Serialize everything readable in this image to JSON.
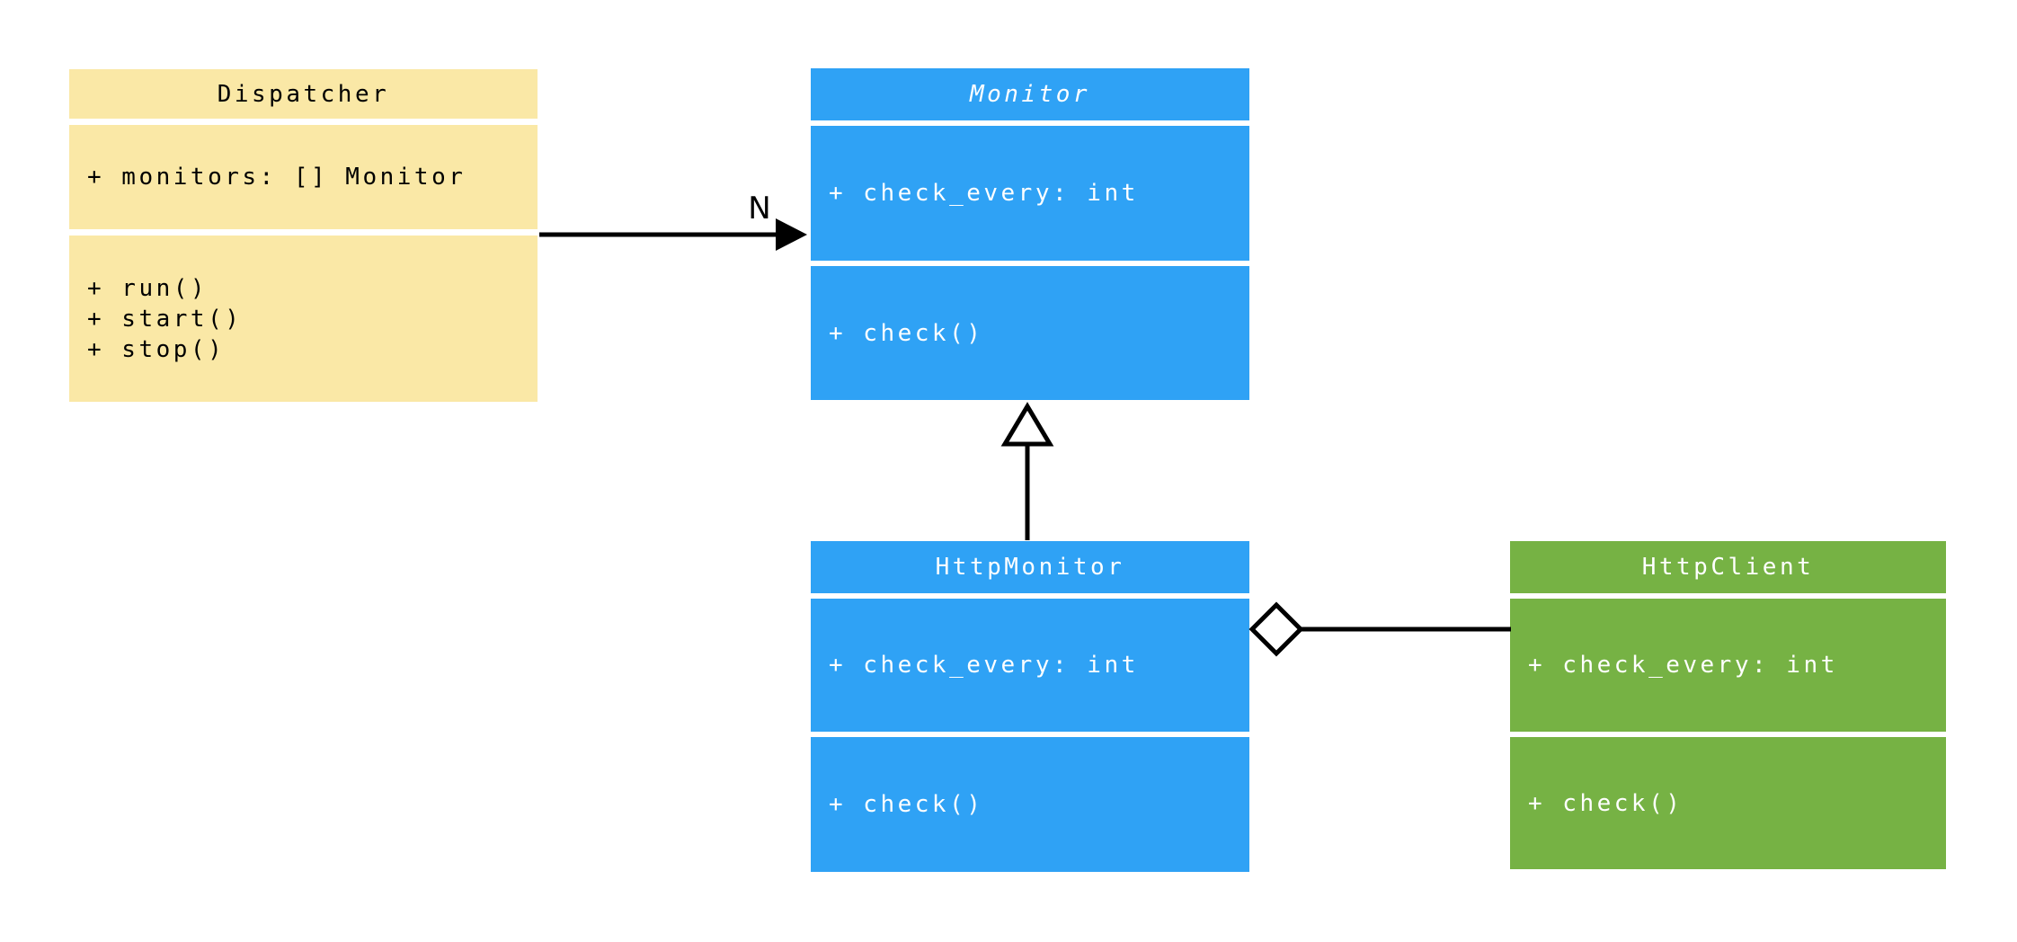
{
  "diagram": {
    "kind": "uml-class-diagram",
    "background": "#FFFFFF",
    "line_color": "#000000",
    "classes": [
      {
        "id": "dispatcher",
        "name": "Dispatcher",
        "abstract": false,
        "color": "#FAE8A6",
        "text_color": "#000000",
        "attributes": [
          "+ monitors: [] Monitor"
        ],
        "methods": [
          "+ run()",
          "+ start()",
          "+ stop()"
        ]
      },
      {
        "id": "monitor",
        "name": "Monitor",
        "abstract": true,
        "color": "#2FA2F5",
        "text_color": "#FFFFFF",
        "attributes": [
          "+ check_every: int"
        ],
        "methods": [
          "+ check()"
        ]
      },
      {
        "id": "httpmonitor",
        "name": "HttpMonitor",
        "abstract": false,
        "color": "#2FA2F5",
        "text_color": "#FFFFFF",
        "attributes": [
          "+ check_every: int"
        ],
        "methods": [
          "+ check()"
        ]
      },
      {
        "id": "httpclient",
        "name": "HttpClient",
        "abstract": false,
        "color": "#76B244",
        "text_color": "#FFFFFF",
        "attributes": [
          "+ check_every: int"
        ],
        "methods": [
          "+ check()"
        ]
      }
    ],
    "relationships": [
      {
        "type": "association",
        "from": "Dispatcher",
        "to": "Monitor",
        "label": "N",
        "marker": "filled-arrowhead"
      },
      {
        "type": "inheritance",
        "from": "HttpMonitor",
        "to": "Monitor",
        "label": "",
        "marker": "hollow-triangle"
      },
      {
        "type": "aggregation",
        "from": "HttpMonitor",
        "to": "HttpClient",
        "label": "",
        "marker": "hollow-diamond"
      }
    ]
  }
}
